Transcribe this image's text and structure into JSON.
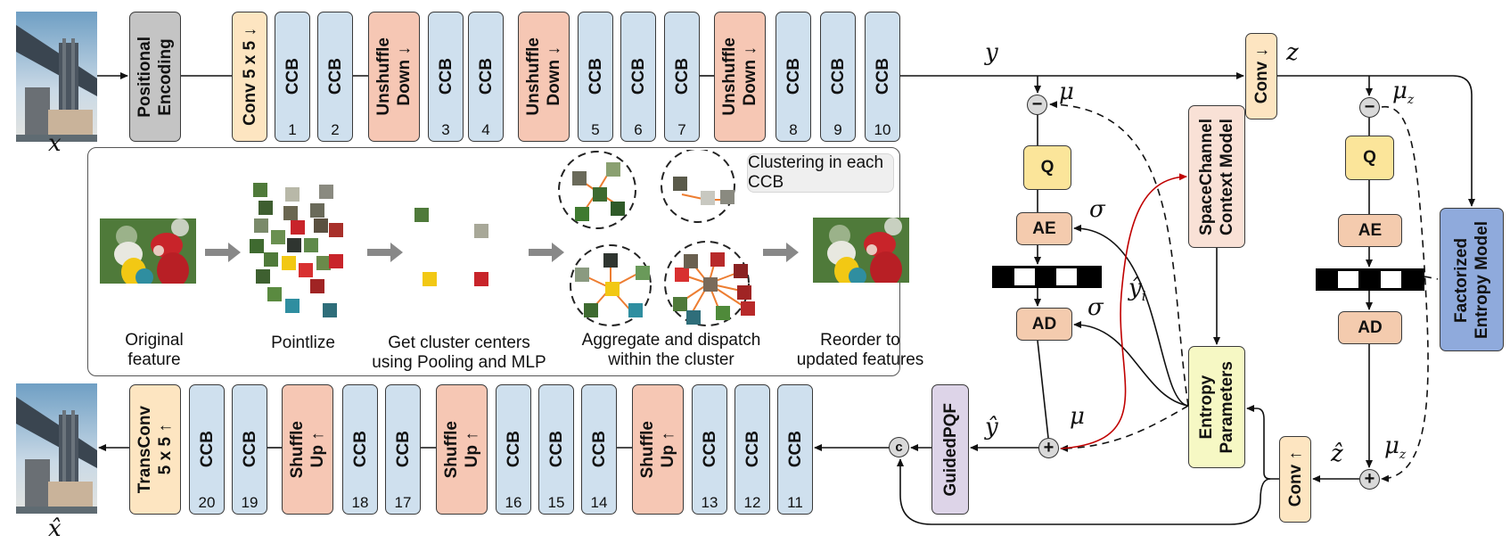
{
  "images": {
    "input_label": "x",
    "output_label": "x̂",
    "input_image": "bridge-photo",
    "output_image": "bridge-photo-reconstructed"
  },
  "encoder": {
    "positional_encoding": "Positional\nEncoding",
    "conv_in": "Conv 5 x 5 ↓",
    "unshuffle_label": "Unshuffle\nDown ↓",
    "ccb_label": "CCB",
    "ccb_numbers": [
      "1",
      "2",
      "3",
      "4",
      "5",
      "6",
      "7",
      "8",
      "9",
      "10"
    ]
  },
  "decoder": {
    "transconv": "TransConv\n5 x 5 ↑",
    "shuffle_label": "Shuffle\nUp ↑",
    "ccb_label": "CCB",
    "ccb_numbers": [
      "20",
      "19",
      "18",
      "17",
      "16",
      "15",
      "14",
      "13",
      "12",
      "11"
    ],
    "guided": "GuidedPQF",
    "concat": "c"
  },
  "clustering_panel": {
    "title": "Clustering in each CCB",
    "steps": [
      {
        "caption": "Original\nfeature"
      },
      {
        "caption": "Pointlize"
      },
      {
        "caption": "Get cluster centers\nusing Pooling and MLP"
      },
      {
        "caption": "Aggregate and dispatch\nwithin the cluster"
      },
      {
        "caption": "Reorder to\nupdated features"
      }
    ]
  },
  "entropy": {
    "y_label": "y",
    "z_label": "z",
    "mu": "μ",
    "mu_z": "μ",
    "mu_z_sub": "z",
    "sigma": "σ",
    "yhat": "ŷ",
    "yhat_i": "ŷ",
    "yhat_i_sub": "i",
    "zhat": "ẑ",
    "q": "Q",
    "ae": "AE",
    "ad": "AD",
    "minus": "−",
    "plus": "+",
    "conv_down": "Conv ↓",
    "conv_up": "Conv ↑",
    "context_model": "SpaceChannel\nContext Model",
    "entropy_params": "Entropy\nParameters",
    "factorized": "Factorized\nEntropy Model"
  },
  "colors": {
    "ccb": "#cfe0ee",
    "conv": "#fde5c1",
    "shuffle": "#f6c7b4",
    "context_arrow": "#c00000",
    "entropy_params": "#f6f8c4",
    "factorized": "#8faadc"
  }
}
